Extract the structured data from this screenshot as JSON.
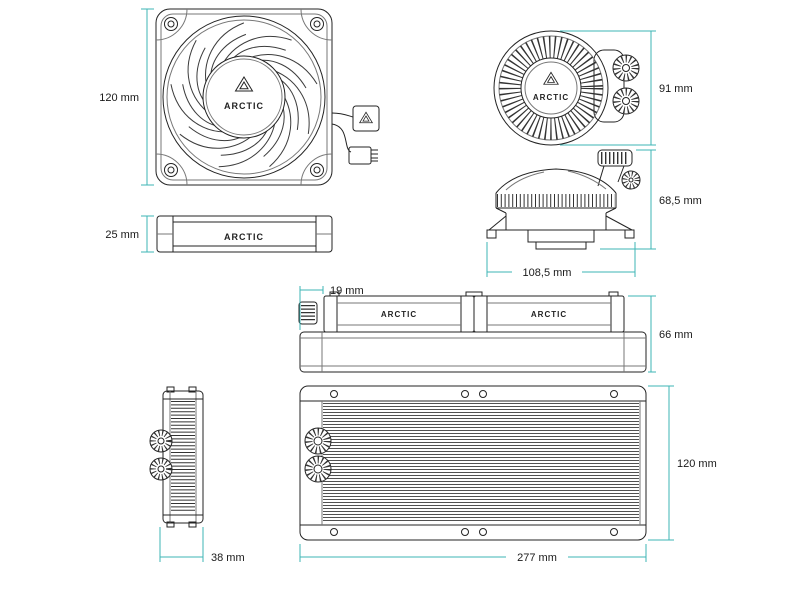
{
  "page": {
    "background": "#ffffff"
  },
  "brand": "ARCTIC",
  "colors": {
    "dimension_line": "#3eb5b5",
    "drawing_line": "#232323",
    "label_text": "#1a1a1a"
  },
  "dimensions": {
    "fan_size": "120 mm",
    "fan_thickness": "25 mm",
    "pump_width": "91 mm",
    "pump_height": "68,5 mm",
    "pump_length": "108,5 mm",
    "fan_inset": "19 mm",
    "assembly_height": "66 mm",
    "radiator_height": "120 mm",
    "radiator_length": "277 mm",
    "radiator_depth": "38 mm"
  }
}
